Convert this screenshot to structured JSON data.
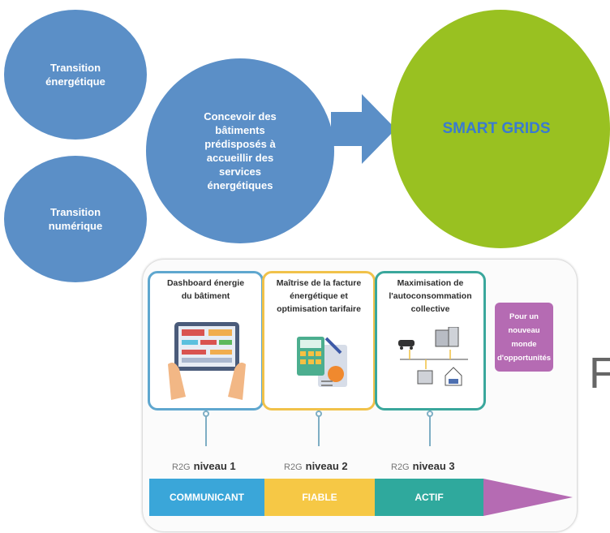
{
  "circles": {
    "transition_energetique": "Transition\nénergétique",
    "transition_numerique": "Transition\nnumérique",
    "concevoir": "Concevoir des\nbâtiments\nprédisposés à\naccueillir des\nservices\nénergétiques"
  },
  "target": {
    "label": "SMART GRIDS"
  },
  "panel": {
    "cards": [
      {
        "title": "Dashboard énergie\ndu bâtiment"
      },
      {
        "title": "Maîtrise de la facture\nénergétique et\noptimisation tarifaire"
      },
      {
        "title": "Maximisation de\nl'autoconsommation\ncollective"
      }
    ],
    "callout": "Pour un\nnouveau monde\nd'opportunités",
    "levels": [
      {
        "prefix": "R2G",
        "name": "niveau 1"
      },
      {
        "prefix": "R2G",
        "name": "niveau 2"
      },
      {
        "prefix": "R2G",
        "name": "niveau 3"
      }
    ],
    "bands": [
      "COMMUNICANT",
      "FIABLE",
      "ACTIF"
    ]
  },
  "edge_letter": "F",
  "colors": {
    "circle_blue": "#5b8fc7",
    "smart_grids_green": "#99c121",
    "smart_grids_text": "#3a7ad0",
    "communicant": "#3aa6d9",
    "fiable": "#f6c845",
    "actif": "#2fa99d",
    "purple": "#b56bb3"
  }
}
